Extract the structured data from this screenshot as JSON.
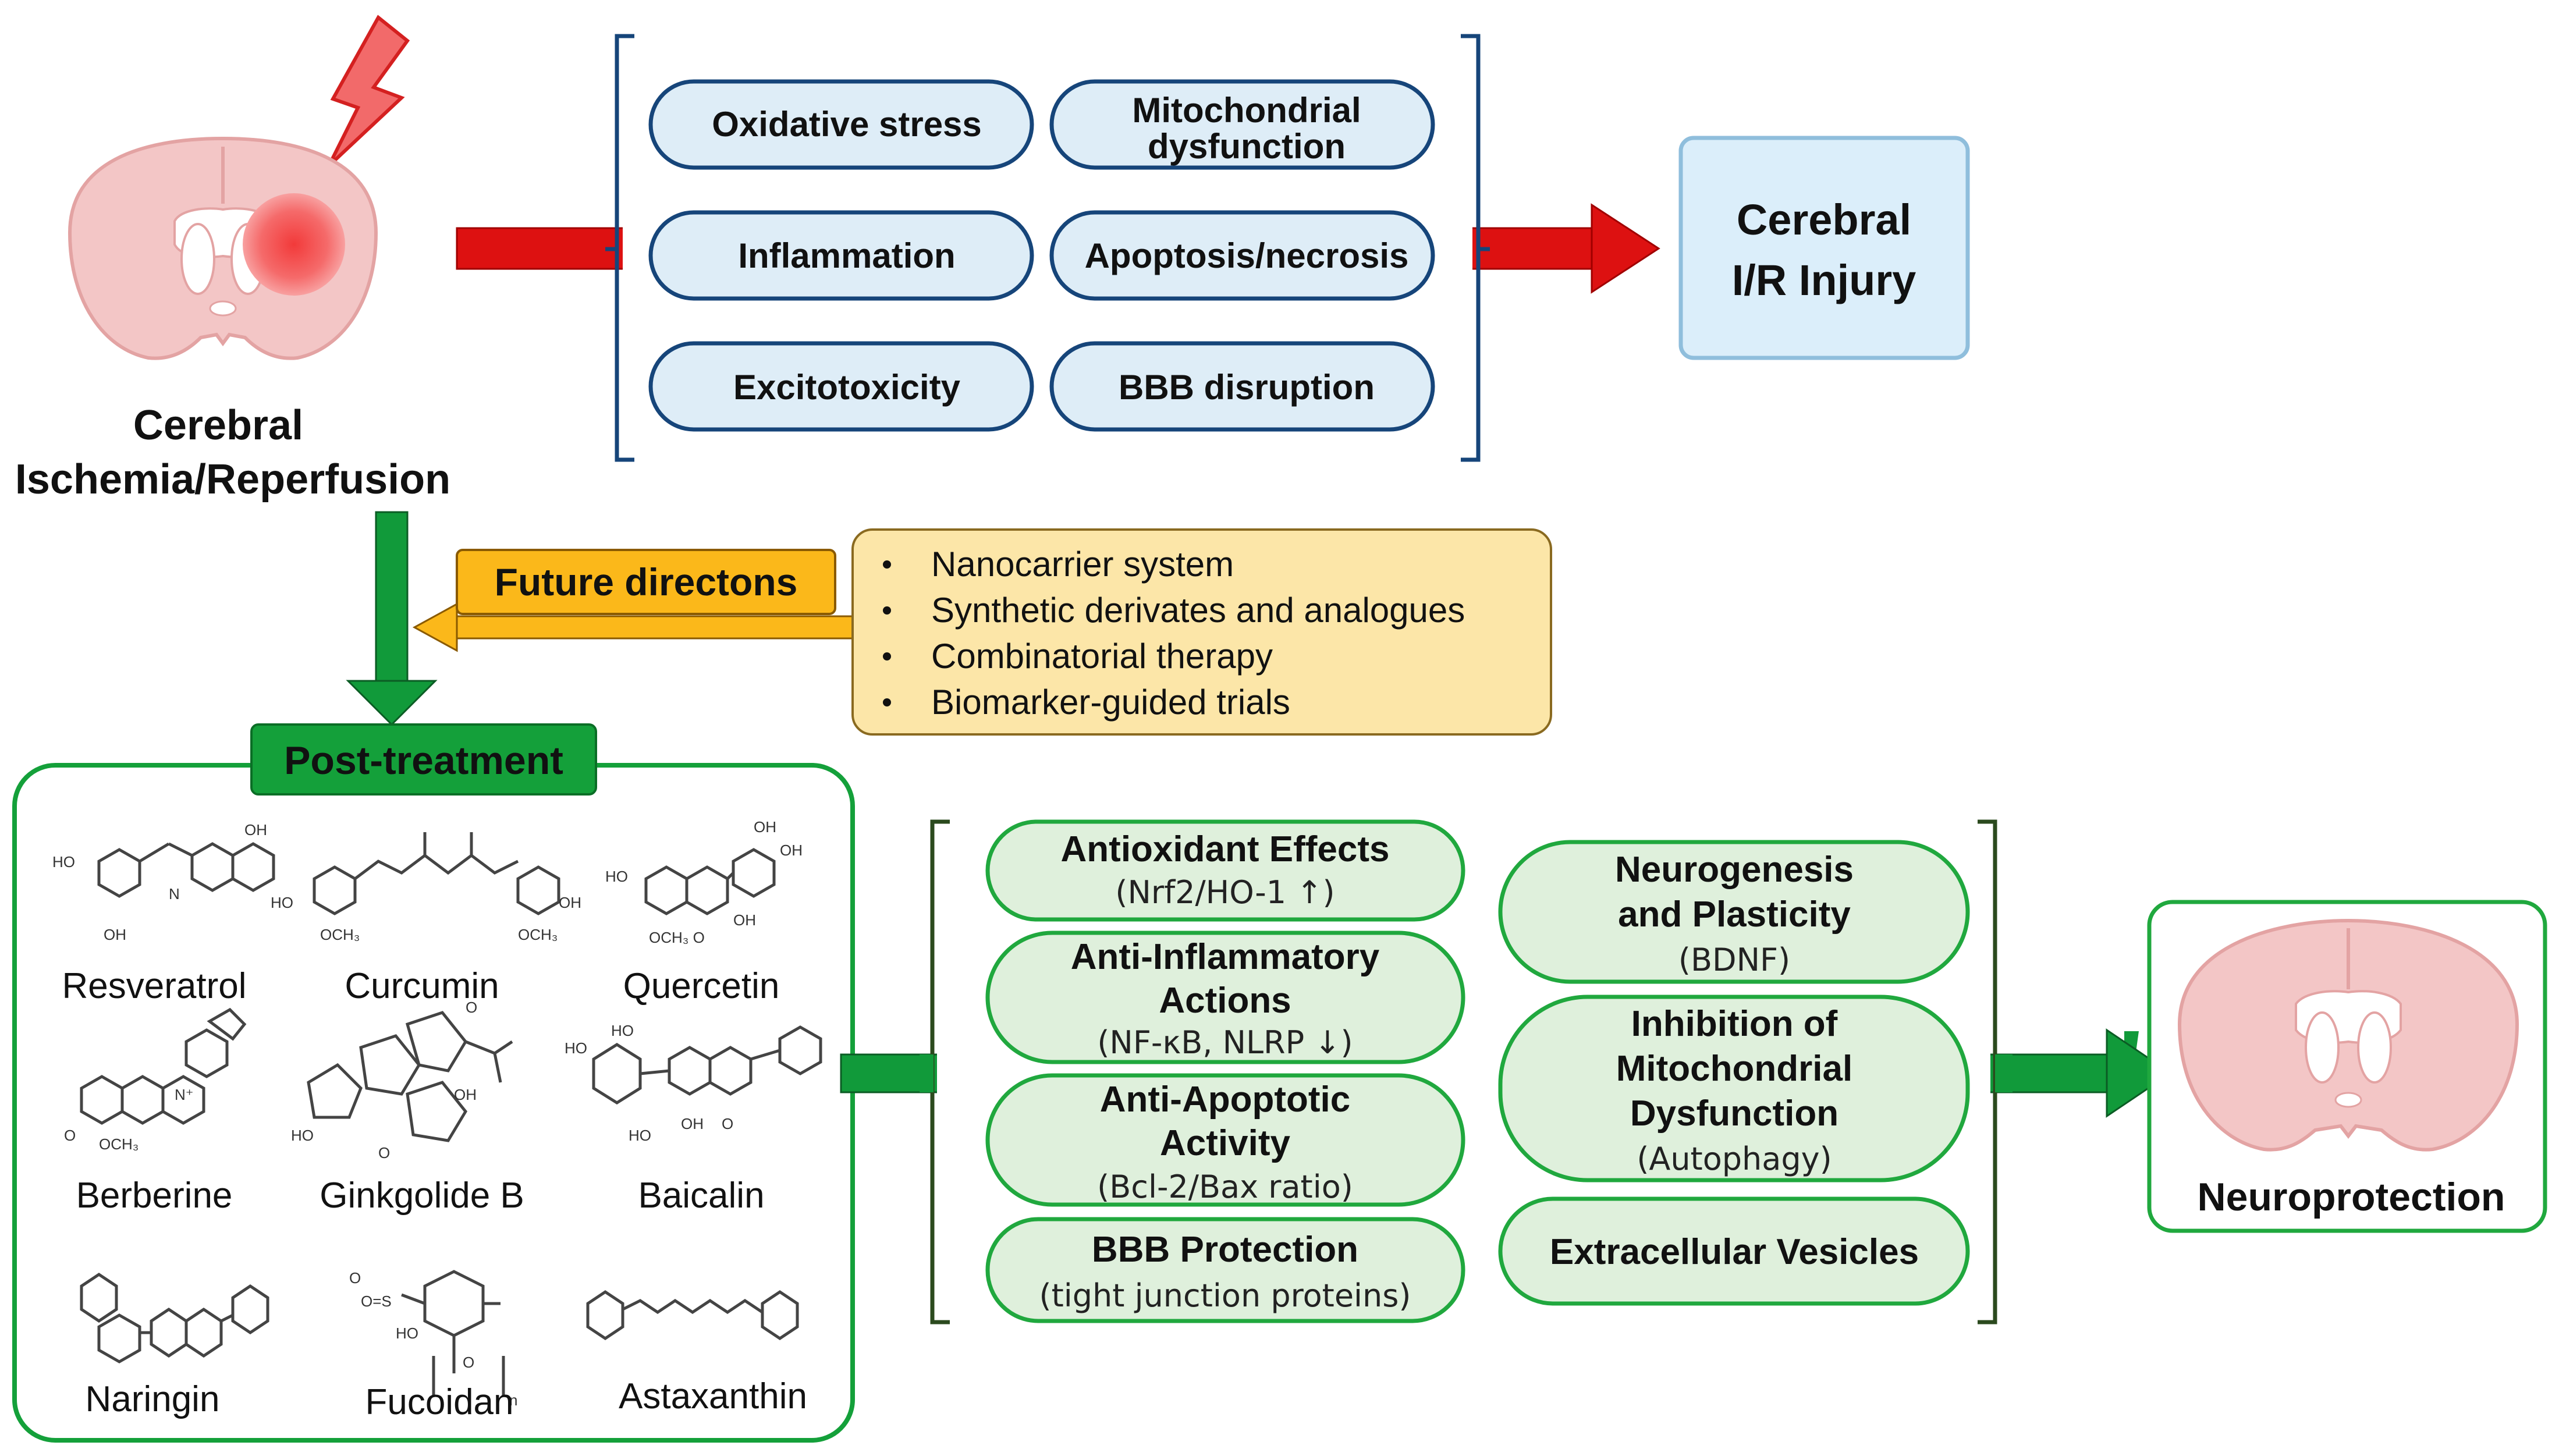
{
  "colors": {
    "red_arrow": "#dd1111",
    "green_arrow": "#119a3a",
    "dark_green_text": "#14612b",
    "pill_blue_fill": "#deedf7",
    "pill_blue_stroke": "#16457a",
    "pill_green_fill": "#dff0dc",
    "pill_green_stroke": "#20a83e",
    "future_label_fill": "#fbb81a",
    "future_box_fill": "#fce6a8",
    "post_label_fill": "#14a03a",
    "injury_box_fill": "#dbeefa"
  },
  "icons": [
    "brain-lesion-icon",
    "lightning-bolt-icon",
    "healthy-brain-icon"
  ],
  "top": {
    "source_label_line1": "Cerebral",
    "source_label_line2": "Ischemia/Reperfusion",
    "mechanisms": [
      {
        "l1": "Oxidative stress",
        "l2": ""
      },
      {
        "l1": "Mitochondrial",
        "l2": "dysfunction"
      },
      {
        "l1": "Inflammation",
        "l2": ""
      },
      {
        "l1": "Apoptosis/necrosis",
        "l2": ""
      },
      {
        "l1": "Excitotoxicity",
        "l2": ""
      },
      {
        "l1": "BBB disruption",
        "l2": ""
      }
    ],
    "injury_line1": "Cerebral",
    "injury_line2": "I/R Injury"
  },
  "future": {
    "label": "Future directons",
    "items": [
      "Nanocarrier system",
      "Synthetic derivates and analogues",
      "Combinatorial therapy",
      "Biomarker-guided trials"
    ]
  },
  "post": {
    "label": "Post-treatment",
    "compounds": [
      "Resveratrol",
      "Curcumin",
      "Quercetin",
      "Berberine",
      "Ginkgolide B",
      "Baicalin",
      "Naringin",
      "Fucoidan",
      "Astaxanthin"
    ]
  },
  "effects": {
    "left": [
      {
        "title": [
          "Antioxidant Effects"
        ],
        "sub": "(Nrf2/HO-1 ↑)"
      },
      {
        "title": [
          "Anti-Inflammatory",
          "Actions"
        ],
        "sub": "(NF-κB, NLRP ↓)"
      },
      {
        "title": [
          "Anti-Apoptotic",
          "Activity"
        ],
        "sub": "(Bcl-2/Bax ratio)"
      },
      {
        "title": [
          "BBB Protection"
        ],
        "sub": "(tight junction proteins)"
      }
    ],
    "right": [
      {
        "title": [
          "Neurogenesis",
          "and Plasticity"
        ],
        "sub": "(BDNF)"
      },
      {
        "title": [
          "Inhibition of",
          "Mitochondrial",
          "Dysfunction"
        ],
        "sub": "(Autophagy)"
      },
      {
        "title": [
          "Extracellular Vesicles"
        ],
        "sub": ""
      }
    ]
  },
  "outcome": {
    "label": "Neuroprotection"
  }
}
